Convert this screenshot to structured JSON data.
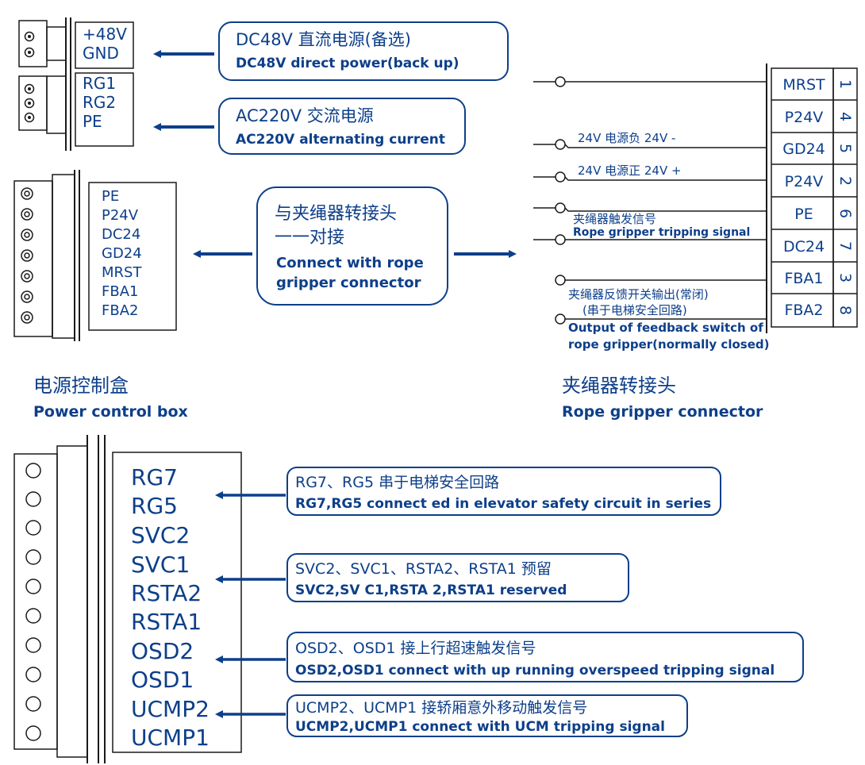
{
  "top_terminals": {
    "block1": [
      "+48V",
      "GND"
    ],
    "block2": [
      "RG1",
      "RG2",
      "PE"
    ]
  },
  "callouts_top": {
    "dc48": {
      "cn": "DC48V 直流电源(备选)",
      "en": "DC48V  direct power(back up)"
    },
    "ac220": {
      "cn": "AC220V 交流电源",
      "en": "AC220V  alternating current"
    },
    "connect": {
      "cn1": "与夹绳器转接头",
      "cn2": "一一对接",
      "en1": "Connect with rope",
      "en2": "gripper connector"
    }
  },
  "box_terminals": [
    "PE",
    "P24V",
    "DC24",
    "GD24",
    "MRST",
    "FBA1",
    "FBA2"
  ],
  "power_box_title": {
    "cn": "电源控制盒",
    "en": "Power control box"
  },
  "rope_connector_title": {
    "cn": "夹绳器转接头",
    "en": "Rope gripper connector"
  },
  "connector_pins": [
    {
      "label": "MRST",
      "num": "1"
    },
    {
      "label": "P24V",
      "num": "4"
    },
    {
      "label": "GD24",
      "num": "5"
    },
    {
      "label": "P24V",
      "num": "2"
    },
    {
      "label": "PE",
      "num": "6"
    },
    {
      "label": "DC24",
      "num": "7"
    },
    {
      "label": "FBA1",
      "num": "3"
    },
    {
      "label": "FBA2",
      "num": "8"
    }
  ],
  "connector_notes": {
    "gd24": "24V 电源负 24V -",
    "p24v": "24V 电源正 24V +",
    "trip_cn": "夹绳器触发信号",
    "trip_en": "Rope gripper tripping signal",
    "fb_cn1": "夹绳器反馈开关输出(常闭)",
    "fb_cn2": "(串于电梯安全回路)",
    "fb_en1": "Output of feedback switch of",
    "fb_en2": "rope gripper(normally closed)"
  },
  "bottom_terminals": [
    "RG7",
    "RG5",
    "SVC2",
    "SVC1",
    "RSTA2",
    "RSTA1",
    "OSD2",
    "OSD1",
    "UCMP2",
    "UCMP1"
  ],
  "callouts_bottom": [
    {
      "cn": "RG7、RG5  串于电梯安全回路",
      "en": "RG7,RG5  connect ed in elevator safety circuit in series"
    },
    {
      "cn": "SVC2、SVC1、RSTA2、RSTA1 预留",
      "en": "SVC2,SV C1,RSTA 2,RSTA1 reserved"
    },
    {
      "cn": "OSD2、OSD1 接上行超速触发信号",
      "en": "OSD2,OSD1 connect with up running overspeed tripping signal"
    },
    {
      "cn": "UCMP2、UCMP1 接轿厢意外移动触发信号",
      "en": "UCMP2,UCMP1 connect with UCM tripping signal"
    }
  ]
}
